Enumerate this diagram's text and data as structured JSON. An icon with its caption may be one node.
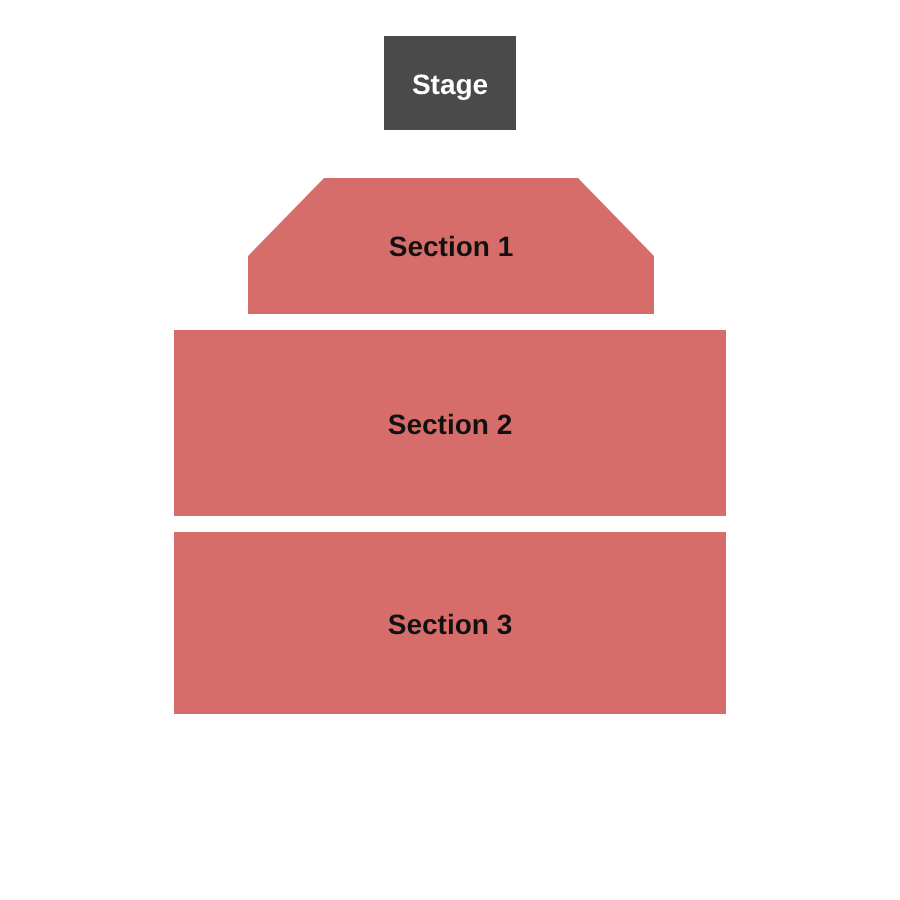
{
  "diagram": {
    "nodes": [
      {
        "text": [
          "Stage"
        ]
      },
      {
        "text": [
          "Section 1"
        ]
      },
      {
        "text": [
          "Section 2"
        ]
      },
      {
        "text": [
          "Section 3"
        ]
      }
    ]
  }
}
